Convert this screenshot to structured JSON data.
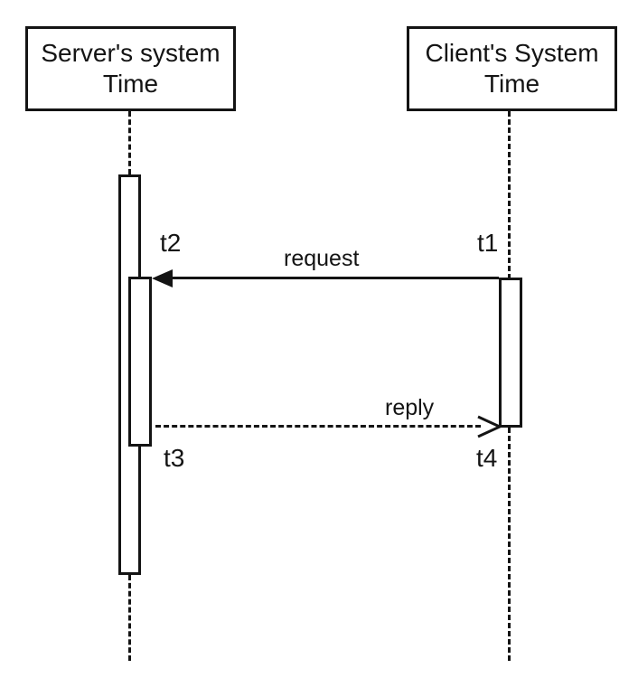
{
  "diagram": {
    "type": "uml-sequence-diagram",
    "background_color": "#ffffff",
    "line_color": "#141414",
    "lifelines": [
      {
        "id": "server",
        "label": "Server's system\nTime"
      },
      {
        "id": "client",
        "label": "Client's System\nTime"
      }
    ],
    "messages": [
      {
        "id": "request",
        "label": "request",
        "from": "client",
        "to": "server",
        "line_style": "solid",
        "arrowhead": "filled"
      },
      {
        "id": "reply",
        "label": "reply",
        "from": "server",
        "to": "client",
        "line_style": "dashed",
        "arrowhead": "open"
      }
    ],
    "time_labels": [
      {
        "id": "t1",
        "label": "t1",
        "lifeline": "client"
      },
      {
        "id": "t2",
        "label": "t2",
        "lifeline": "server"
      },
      {
        "id": "t3",
        "label": "t3",
        "lifeline": "server"
      },
      {
        "id": "t4",
        "label": "t4",
        "lifeline": "client"
      }
    ]
  }
}
